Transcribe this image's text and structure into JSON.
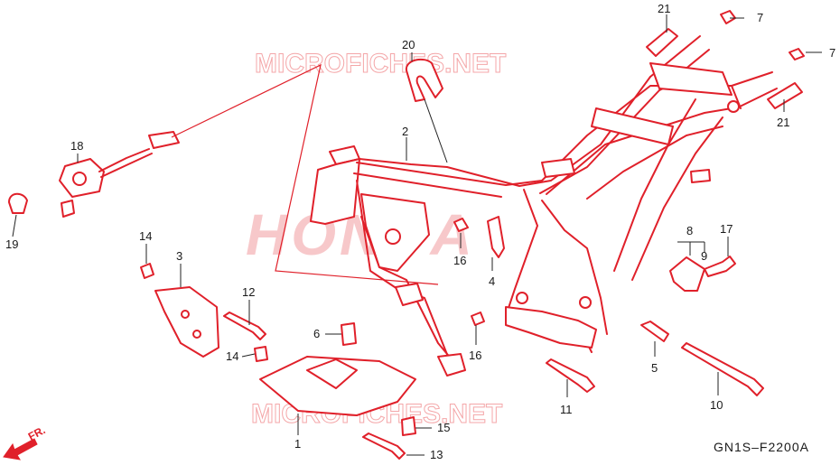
{
  "diagram": {
    "watermark_text": "MICROFICHES.NET",
    "brand_watermark": "HONDA",
    "diagram_code": "GN1S–F2200A",
    "direction_label": "FR.",
    "callouts": [
      {
        "id": "c1",
        "label": "1"
      },
      {
        "id": "c2",
        "label": "2"
      },
      {
        "id": "c3",
        "label": "3"
      },
      {
        "id": "c4",
        "label": "4"
      },
      {
        "id": "c5",
        "label": "5"
      },
      {
        "id": "c6",
        "label": "6"
      },
      {
        "id": "c7a",
        "label": "7"
      },
      {
        "id": "c7b",
        "label": "7"
      },
      {
        "id": "c8",
        "label": "8"
      },
      {
        "id": "c9",
        "label": "9"
      },
      {
        "id": "c10",
        "label": "10"
      },
      {
        "id": "c11",
        "label": "11"
      },
      {
        "id": "c12",
        "label": "12"
      },
      {
        "id": "c13",
        "label": "13"
      },
      {
        "id": "c14a",
        "label": "14"
      },
      {
        "id": "c14b",
        "label": "14"
      },
      {
        "id": "c15",
        "label": "15"
      },
      {
        "id": "c16a",
        "label": "16"
      },
      {
        "id": "c16b",
        "label": "16"
      },
      {
        "id": "c17",
        "label": "17"
      },
      {
        "id": "c18",
        "label": "18"
      },
      {
        "id": "c19",
        "label": "19"
      },
      {
        "id": "c20",
        "label": "20"
      },
      {
        "id": "c21a",
        "label": "21"
      },
      {
        "id": "c21b",
        "label": "21"
      }
    ]
  }
}
